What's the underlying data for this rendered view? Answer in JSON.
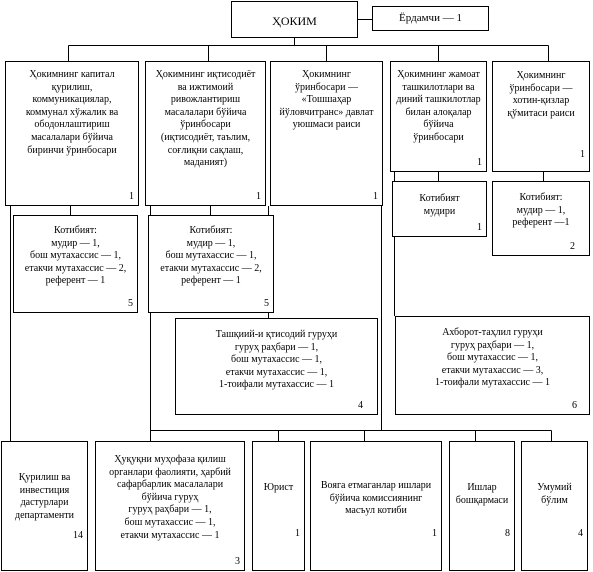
{
  "head": {
    "title": "ҲОКИМ"
  },
  "helper": {
    "label": "Ёрдамчи — 1"
  },
  "deputies": [
    {
      "text": "Ҳокимнинг капитал\nқурилиш,\nкоммуникациялар,\nкоммунал хўжалик ва\nободонлаштириш\nмасалалари бўйича\nбиринчи ўринбосари",
      "count": "1"
    },
    {
      "text": "Ҳокимнинг иқтисодиёт\nва ижтимоий\nривожлантириш\nмасалалари бўйича\nўринбосари\n(иқтисодиёт, таълим,\nсоғлиқни сақлаш,\nмаданият)",
      "count": "1"
    },
    {
      "text": "Ҳокимнинг\nўринбосари —\n«Тошшаҳар\nйўловчитранс» давлат\nуюшмаси раиси",
      "count": "1"
    },
    {
      "text": "Ҳокимнинг жамоат\nташкилотлари ва\nдиний ташкилотлар\nбилан алоқалар\nбўйича\nўринбосари",
      "count": "1"
    },
    {
      "text": "Ҳокимнинг\nўринбосари —\nхотин-қизлар\nқўмитаси раиси",
      "count": "1"
    }
  ],
  "secretariats": [
    {
      "text": "Котибият:\nмудир — 1,\nбош мутахассис — 1,\nетакчи мутахассис — 2,\nреферент — 1",
      "count": "5"
    },
    {
      "text": "Котибият:\nмудир — 1,\nбош мутахассис — 1,\nетакчи мутахассис — 2,\nреферент — 1",
      "count": "5"
    },
    {
      "text": "Котибият\nмудири",
      "count": "1"
    },
    {
      "text": "Котибият:\nмудир — 1,\nреферент —1",
      "count": "2"
    }
  ],
  "groups": [
    {
      "text": "Ташқиий-и қтисодий гуруҳи\nгуруҳ раҳбари — 1,\nбош мутахассис — 1,\nетакчи мутахассис — 1,\n1-тоифали мутахассис — 1",
      "count": "4"
    },
    {
      "text": "Ахборот-таҳлил гуруҳи\nгуруҳ раҳбари — 1,\nбош мутахассис — 1,\nетакчи мутахассис — 3,\n1-тоифали мутахассис — 1",
      "count": "6"
    }
  ],
  "bottom": [
    {
      "text": "Қурилиш ва\nинвестиция\nдастурлари\nдепартаменти",
      "count": "14"
    },
    {
      "text": "Ҳуқуқни муҳофаза қилиш\nорганлари фаолияти, ҳарбий\nсафарбарлик масалалари\nбўйича гуруҳ\nгуруҳ раҳбари — 1,\nбош мутахассис — 1,\nетакчи мутахассис — 1",
      "count": "3"
    },
    {
      "text": "Юрист",
      "count": "1"
    },
    {
      "text": "Вояга етмаганлар ишлари\nбўйича комиссиянинг\nмасъул котиби",
      "count": "1"
    },
    {
      "text": "Ишлар\nбошқармаси",
      "count": "8"
    },
    {
      "text": "Умумий\nбўлим",
      "count": "4"
    }
  ]
}
